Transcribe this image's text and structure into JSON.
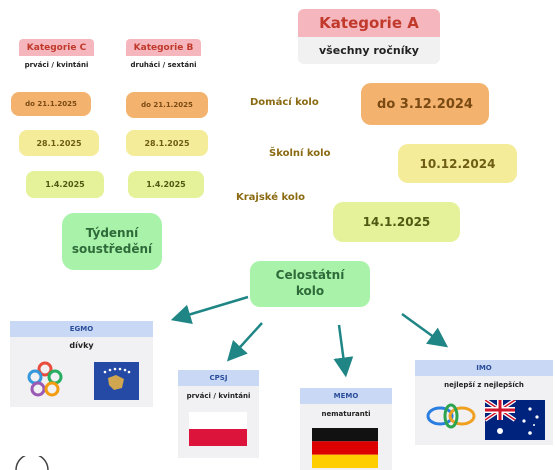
{
  "categories": {
    "a": {
      "title": "Kategorie A",
      "subtitle": "všechny ročníky"
    },
    "b": {
      "title": "Kategorie B",
      "subtitle": "druháci / sextáni"
    },
    "c": {
      "title": "Kategorie C",
      "subtitle": "prváci / kvintáni"
    }
  },
  "stages": {
    "domaci": "Domácí kolo",
    "skolni": "Školní kolo",
    "krajske": "Krajské kolo"
  },
  "dates": {
    "a": [
      "do 3.12.2024",
      "10.12.2024",
      "14.1.2025"
    ],
    "b": [
      "do 21.1.2025",
      "28.1.2025",
      "1.4.2025"
    ],
    "c": [
      "do 21.1.2025",
      "28.1.2025",
      "1.4.2025"
    ]
  },
  "tydenni": "Týdenní soustředění",
  "celostatni": "Celostátní kolo",
  "competitions": {
    "egmo": {
      "name": "EGMO",
      "desc": "dívky"
    },
    "cpsj": {
      "name": "CPSJ",
      "desc": "prváci / kvintáni"
    },
    "memo": {
      "name": "MEMO",
      "desc": "nematuranti"
    },
    "imo": {
      "name": "IMO",
      "desc": "nejlepší z nejlepších"
    }
  },
  "colors": {
    "pink_header": "#f5b7bd",
    "orange": "#f3b36e",
    "yellow": "#f5ec9a",
    "lime": "#e6f29a",
    "green": "#a9f2a9",
    "arrow": "#1f8585",
    "card_header": "#c9d8f5"
  },
  "icons": [
    "egmo-logo-icon",
    "kosovo-flag-icon",
    "poland-flag-icon",
    "germany-flag-icon",
    "imo-logo-icon",
    "australia-flag-icon"
  ]
}
